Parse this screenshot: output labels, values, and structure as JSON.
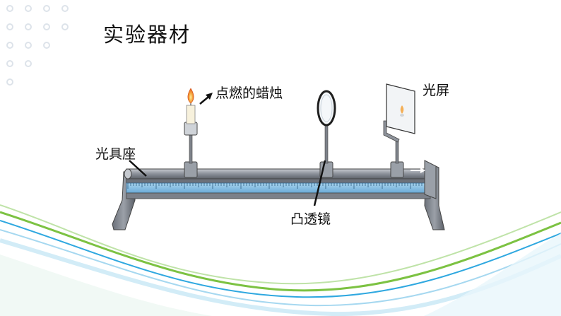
{
  "slide": {
    "title": "实验器材"
  },
  "diagram": {
    "labels": {
      "candle": "点燃的蜡烛",
      "screen": "光屏",
      "bench": "光具座",
      "lens": "凸透镜"
    }
  },
  "colors": {
    "rail": "#8a8f98",
    "scale": "#7fb8e0",
    "flame": "#f08a24",
    "wave_green": "#7cc242",
    "wave_blue": "#2fa8e0",
    "dots": "#dde3ea"
  }
}
